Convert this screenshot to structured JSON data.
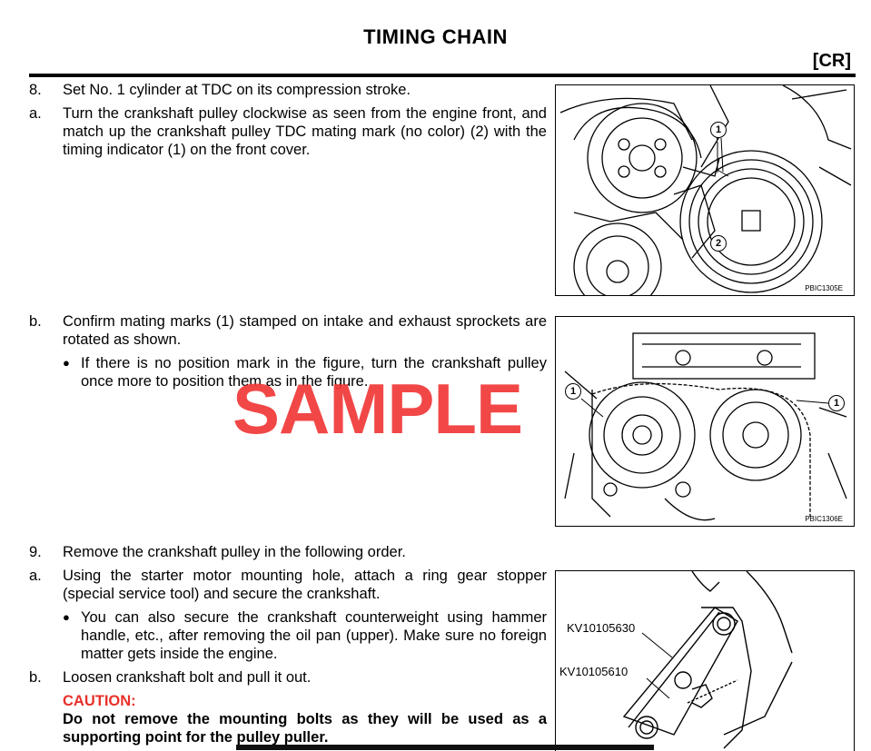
{
  "header": {
    "title": "TIMING CHAIN",
    "section_tag": "[CR]"
  },
  "steps": {
    "s8": {
      "num": "8.",
      "text": "Set No. 1 cylinder at TDC on its compression stroke."
    },
    "s8a": {
      "num": "a.",
      "text": "Turn the crankshaft pulley clockwise as seen from the engine front, and match up the crankshaft pulley TDC mating mark (no color) (2) with the timing indicator (1) on the front cover."
    },
    "s8b": {
      "num": "b.",
      "text": "Confirm mating marks (1) stamped on intake and exhaust sprockets are rotated as shown."
    },
    "s8b_bullet": "If there is no position mark in the figure, turn the crankshaft pulley once more to position them as in the figure.",
    "s9": {
      "num": "9.",
      "text": "Remove the crankshaft pulley in the following order."
    },
    "s9a": {
      "num": "a.",
      "text": "Using the starter motor mounting hole, attach a ring gear stopper (special service tool) and secure the crankshaft."
    },
    "s9a_bullet": "You can also secure the crankshaft counterweight using hammer handle, etc., after removing the oil pan (upper). Make sure no foreign matter gets inside the engine.",
    "s9b": {
      "num": "b.",
      "text": "Loosen crankshaft bolt and pull it out."
    },
    "caution_title": "CAUTION:",
    "caution_body": "Do not remove the mounting bolts as they will be used as a supporting point for the pulley puller."
  },
  "figures": {
    "fig1": {
      "id": "PBIC1305E",
      "callouts": [
        "1",
        "2"
      ]
    },
    "fig2": {
      "id": "PBIC1306E",
      "callouts": [
        "1",
        "1"
      ]
    },
    "fig3": {
      "labels": [
        "KV10105630",
        "KV10105610"
      ]
    }
  },
  "bullet_glyph": "●",
  "watermark": "SAMPLE",
  "colors": {
    "caution": "#e8302a",
    "watermark": "#f23a3a"
  }
}
